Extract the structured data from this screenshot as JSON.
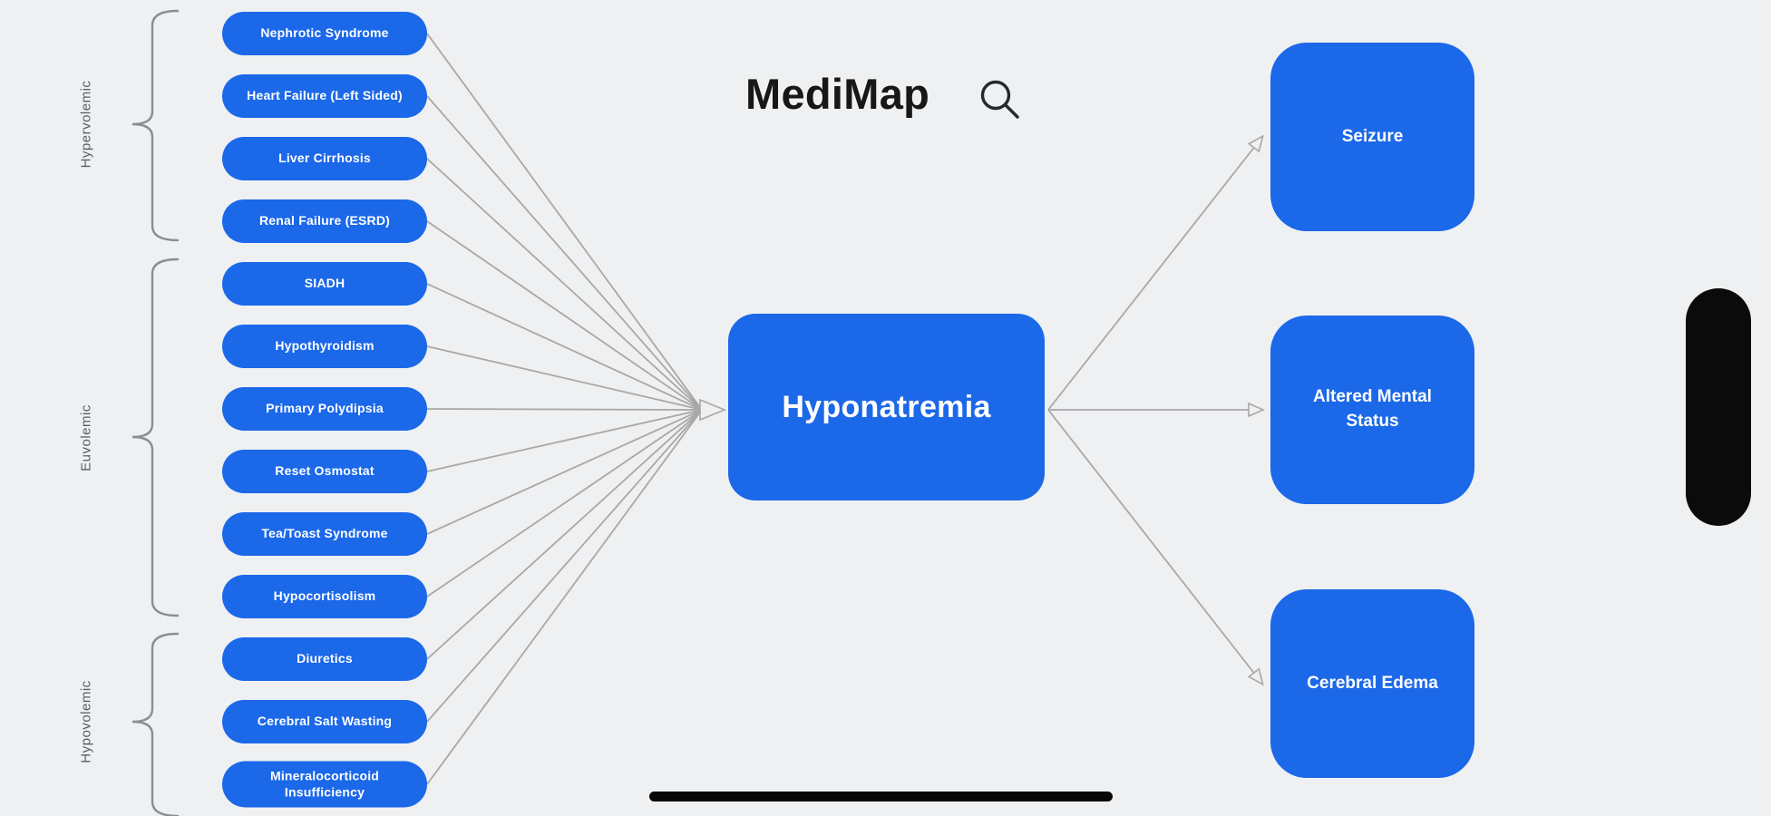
{
  "app": {
    "title": "MediMap",
    "search_icon": "search-icon"
  },
  "colors": {
    "node_blue": "#1b68e9",
    "background": "#eef0f2",
    "connector_gray": "#a8a8a8",
    "brace_gray": "#8b8d91"
  },
  "center_node": {
    "label": "Hyponatremia"
  },
  "categories": [
    {
      "label": "Hypervolemic",
      "items": [
        "Nephrotic Syndrome",
        "Heart Failure (Left Sided)",
        "Liver Cirrhosis",
        "Renal Failure (ESRD)"
      ]
    },
    {
      "label": "Euvolemic",
      "items": [
        "SIADH",
        "Hypothyroidism",
        "Primary Polydipsia",
        "Reset Osmostat",
        "Tea/Toast Syndrome",
        "Hypocortisolism"
      ]
    },
    {
      "label": "Hypovolemic",
      "items": [
        "Diuretics",
        "Cerebral Salt Wasting",
        "Mineralocorticoid Insufficiency"
      ]
    }
  ],
  "effects": [
    {
      "label": "Seizure"
    },
    {
      "label": "Altered Mental Status"
    },
    {
      "label": "Cerebral Edema"
    }
  ]
}
